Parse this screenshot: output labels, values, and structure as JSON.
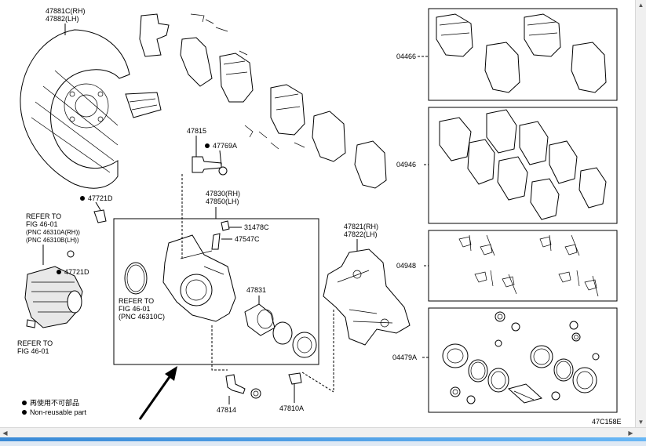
{
  "labels": {
    "p47881": "47881C(RH)",
    "p47882": "47882(LH)",
    "p47815": "47815",
    "p47769": "47769A",
    "p47721d_top": "47721D",
    "p47830": "47830(RH)",
    "p47850": "47850(LH)",
    "p31478": "31478C",
    "p47547": "47547C",
    "p47831": "47831",
    "p47821": "47821(RH)",
    "p47822": "47822(LH)",
    "p47721d": "47721D",
    "p47814": "47814",
    "p47810": "47810A",
    "k04466": "04466",
    "k04946": "04946",
    "k04948": "04948",
    "k04479": "04479A",
    "diagram_code": "47C158E"
  },
  "refs": {
    "ref1_l1": "REFER TO",
    "ref1_l2": "FIG 46-01",
    "ref1_l3": "(PNC 46310A(RH))",
    "ref1_l4": "(PNC 46310B(LH))",
    "ref2_l1": "REFER TO",
    "ref2_l2": "FIG 46-01",
    "ref2_l3": "(PNC 46310C)",
    "ref3_l1": "REFER TO",
    "ref3_l2": "FIG 46-01"
  },
  "legend": {
    "cn": "再使用不可部品",
    "en": "Non-reusable part"
  },
  "icons": {
    "scroll_up": "scroll-up-arrow-icon",
    "scroll_down": "scroll-down-arrow-icon",
    "scroll_left": "scroll-left-arrow-icon",
    "scroll_right": "scroll-right-arrow-icon",
    "pointer": "pointer-arrow-icon"
  },
  "colors": {
    "line": "#000000",
    "background": "#ffffff",
    "taskbar": "#3a8ad6"
  }
}
